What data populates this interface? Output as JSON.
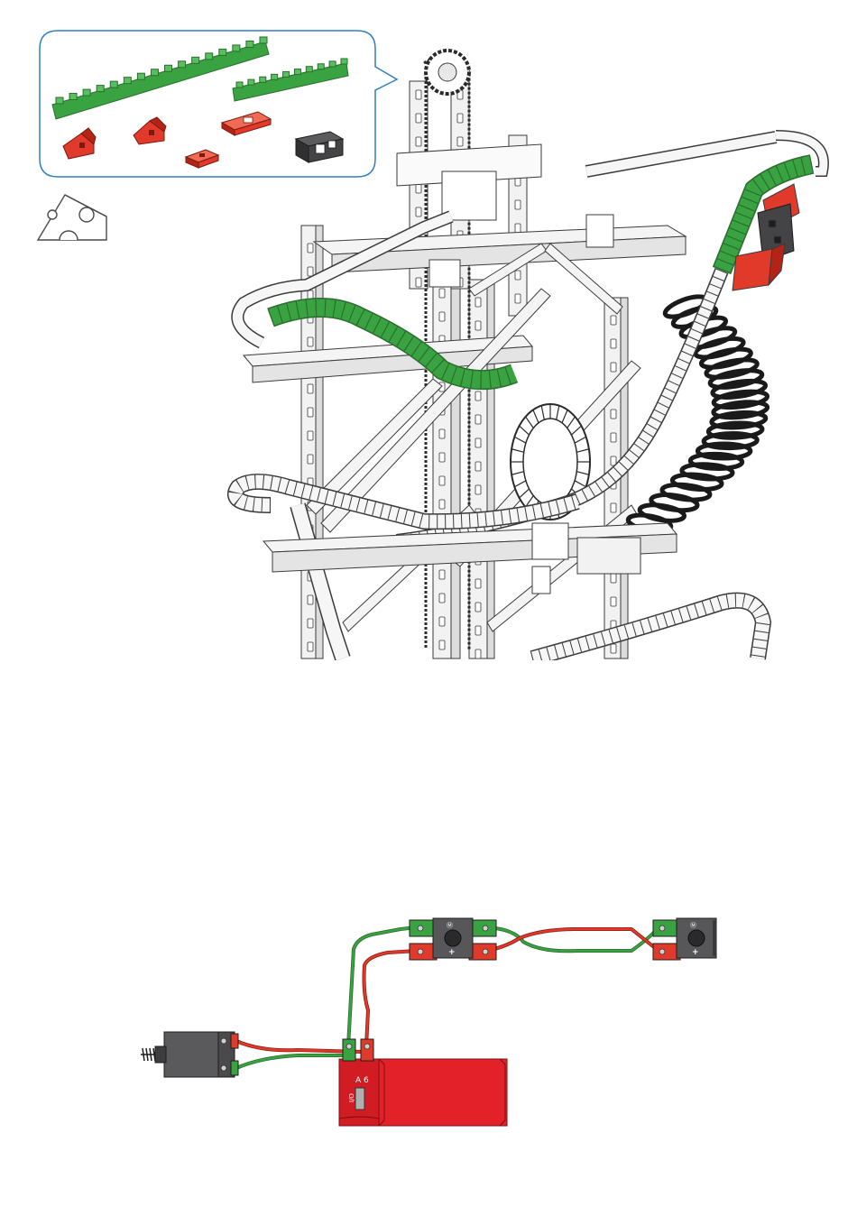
{
  "colors": {
    "green": "#3aa341",
    "red": "#e23a2a",
    "dark_gray": "#444446",
    "track_white": "#f6f6f6",
    "outline": "#3b3b3b",
    "callout_border": "#2f7fc1",
    "battery_red": "#e32129"
  },
  "callout": {
    "parts": [
      {
        "name": "green-long-track-part-icon",
        "color": "green"
      },
      {
        "name": "green-short-track-part-icon",
        "color": "green"
      },
      {
        "name": "red-angle-block-part-icon",
        "color": "red"
      },
      {
        "name": "red-angle-block-part-icon",
        "color": "red"
      },
      {
        "name": "red-flat-plate-part-icon",
        "color": "red"
      },
      {
        "name": "red-small-plate-part-icon",
        "color": "red"
      },
      {
        "name": "black-bracket-part-icon",
        "color": "dark_gray"
      }
    ]
  },
  "assembly_icon": "cheese-wedge-build-icon",
  "wiring": {
    "battery_switch_label": "A 6",
    "switch_symbol": "I/O",
    "push_button_plus": [
      "+",
      "+"
    ],
    "push_button_labels": [
      "Ⓜ",
      "Ⓜ"
    ]
  }
}
